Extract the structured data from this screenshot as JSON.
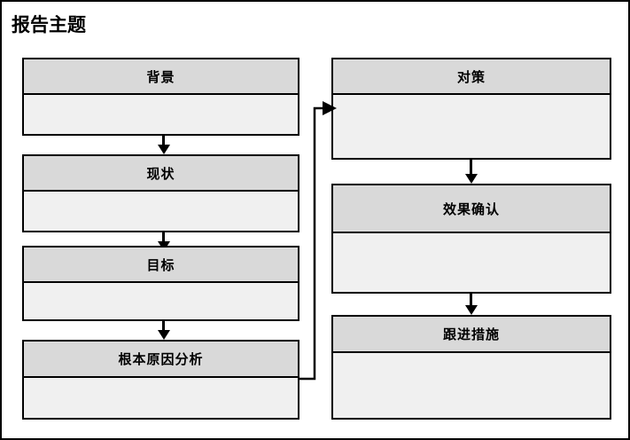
{
  "page": {
    "title": "报告主题",
    "frame_color": "#000000",
    "background": "#ffffff",
    "header_fill": "#d9d9d9",
    "body_fill": "#f0f0f0"
  },
  "left_column": {
    "boxes": [
      {
        "label": "背景",
        "body_text": ""
      },
      {
        "label": "现状",
        "body_text": ""
      },
      {
        "label": "目标",
        "body_text": ""
      },
      {
        "label": "根本原因分析",
        "body_text": ""
      }
    ]
  },
  "right_column": {
    "boxes": [
      {
        "label": "对策",
        "body_text": ""
      },
      {
        "label": "效果确认",
        "body_text": ""
      },
      {
        "label": "跟进措施",
        "body_text": ""
      }
    ]
  },
  "connectors": {
    "left_flow": [
      {
        "from": "背景",
        "to": "现状"
      },
      {
        "from": "现状",
        "to": "目标"
      },
      {
        "from": "目标",
        "to": "根本原因分析"
      }
    ],
    "right_flow": [
      {
        "from": "对策",
        "to": "效果确认"
      },
      {
        "from": "效果确认",
        "to": "跟进措施"
      }
    ],
    "cross_column": [
      {
        "from": "根本原因分析",
        "to": "对策"
      }
    ]
  }
}
